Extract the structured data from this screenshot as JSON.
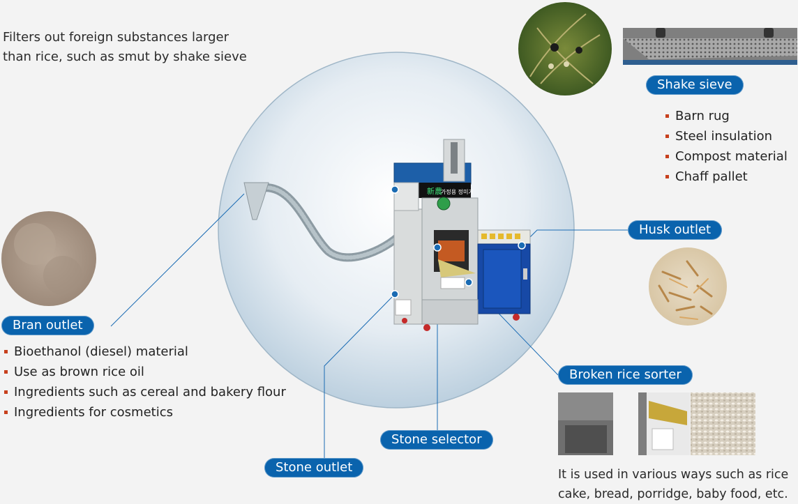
{
  "intro_text": {
    "line1": "Filters out foreign substances larger",
    "line2": "than rice, such as smut by shake sieve"
  },
  "labels": {
    "shake_sieve": "Shake sieve",
    "husk_outlet": "Husk outlet",
    "bran_outlet": "Bran outlet",
    "broken_rice_sorter": "Broken rice sorter",
    "stone_selector": "Stone selector",
    "stone_outlet": "Stone outlet"
  },
  "shake_sieve_uses": [
    "Barn rug",
    "Steel insulation",
    "Compost material",
    "Chaff pallet"
  ],
  "bran_uses": [
    "Bioethanol (diesel) material",
    "Use as brown rice oil",
    "Ingredients such as cereal and bakery flour",
    "Ingredients for cosmetics"
  ],
  "broken_rice_text": {
    "line1": "It  is used in various ways such as rice",
    "line2": "cake, bread, porridge, baby food, etc."
  },
  "machine_panel": {
    "logo_text": "新農",
    "label_text": "가정용 정미기"
  },
  "colors": {
    "accent_blue": "#0a63ad",
    "bullet_red": "#c7401d",
    "background": "#f3f3f3"
  }
}
